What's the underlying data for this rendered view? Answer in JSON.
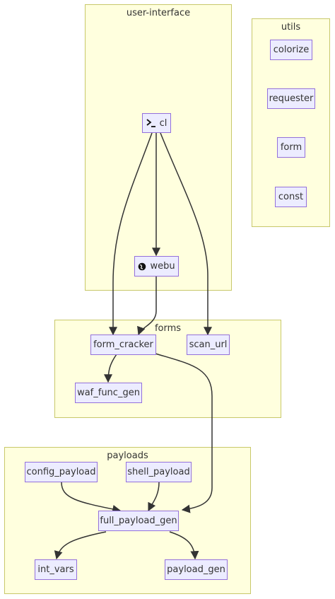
{
  "clusters": {
    "ui": "user-interface",
    "utils": "utils",
    "forms": "forms",
    "payloads": "payloads"
  },
  "nodes": {
    "cl": {
      "label": "cl",
      "icon": "terminal-icon"
    },
    "webu": {
      "label": "webu",
      "icon": "globe-icon"
    },
    "colorize": "colorize",
    "requester": "requester",
    "form": "form",
    "const": "const",
    "form_cracker": "form_cracker",
    "scan_url": "scan_url",
    "waf_func_gen": "waf_func_gen",
    "config_payload": "config_payload",
    "shell_payload": "shell_payload",
    "full_payload_gen": "full_payload_gen",
    "int_vars": "int_vars",
    "payload_gen": "payload_gen"
  },
  "colors": {
    "cluster_fill": "#ffffde",
    "cluster_border": "#c8c86a",
    "node_fill": "#ececff",
    "node_border": "#9370db",
    "edge": "#333333"
  }
}
